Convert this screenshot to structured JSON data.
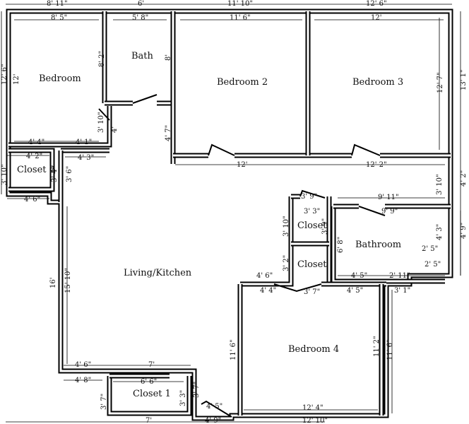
{
  "rooms": {
    "bedroom": "Bedroom",
    "bath": "Bath",
    "bedroom2": "Bedroom 2",
    "bedroom3": "Bedroom 3",
    "closet2": "Closet 2",
    "closet_a": "Closet",
    "closet_b": "Closet",
    "bathroom": "Bathroom",
    "living_kitchen": "Living/Kitchen",
    "bedroom4": "Bedroom 4",
    "closet1": "Closet 1"
  },
  "dims": {
    "top_1": "8' 11\"",
    "top_2": "6'",
    "top_3": "11' 10\"",
    "top_4": "12' 6\"",
    "left_1": "12' 6\"",
    "left_2": "3' 10\"",
    "right_1": "13' 1\"",
    "right_2": "4' 2\"",
    "right_3": "4' 9\"",
    "right_4": "11' 6\"",
    "bed_w": "8' 5\"",
    "bed_h": "12'",
    "bed_h2": "8' 2\"",
    "bed_b1": "4' 4\"",
    "bed_b2": "4' 1\"",
    "bath_w": "5' 8\"",
    "bath_h": "8'",
    "bath_door": "3' 10\"",
    "bath_low": "4'",
    "hall_h": "4' 7\"",
    "bed2_w": "11' 6\"",
    "bed2_b": "12'",
    "bed3_w": "12'",
    "bed3_h": "12' 7\"",
    "bed3_b": "12' 2\"",
    "cl2_w": "4' 2\"",
    "cl2_w2": "4' 3\"",
    "cl2_h": "3' 4\"",
    "cl2_h2": "3' 6\"",
    "cl2_b": "4' 6\"",
    "right_mid": "3' 10\"",
    "cl_top": "3' 9\"",
    "cl_w": "3' 3\"",
    "cl_h": "3' 10\"",
    "cl_h2": "3' 9\"",
    "cl2b_h": "3' 2\"",
    "bathroom_w": "9' 11\"",
    "bathroom_w2": "9' 9\"",
    "bathroom_h": "6' 8\"",
    "bathroom_h2": "4' 3\"",
    "bathroom_r1": "2' 5\"",
    "bathroom_r2": "2' 5\"",
    "bathroom_b1": "4' 5\"",
    "bathroom_b2": "2' 11\"",
    "living_h": "16'",
    "living_h2": "15' 10\"",
    "living_s1": "4' 6\"",
    "living_s2": "4' 4\"",
    "living_s3": "3' 7\"",
    "bed4_t": "4' 5\"",
    "bed4_t2": "3' 1\"",
    "bed4_h": "11' 6\"",
    "bed4_h2": "11' 2\"",
    "bed4_b": "12' 4\"",
    "cl1_t1": "4' 6\"",
    "cl1_t2": "7'",
    "cl1_l": "4' 8\"",
    "cl1_w": "6' 6\"",
    "cl1_h": "3' 7\"",
    "cl1_h2": "3' 3\"",
    "cl1_h3": "3' 7\"",
    "bot_1": "7'",
    "bot_2": "4' 9\"",
    "bot_3": "4' 5\"",
    "bot_4": "12' 10\""
  }
}
